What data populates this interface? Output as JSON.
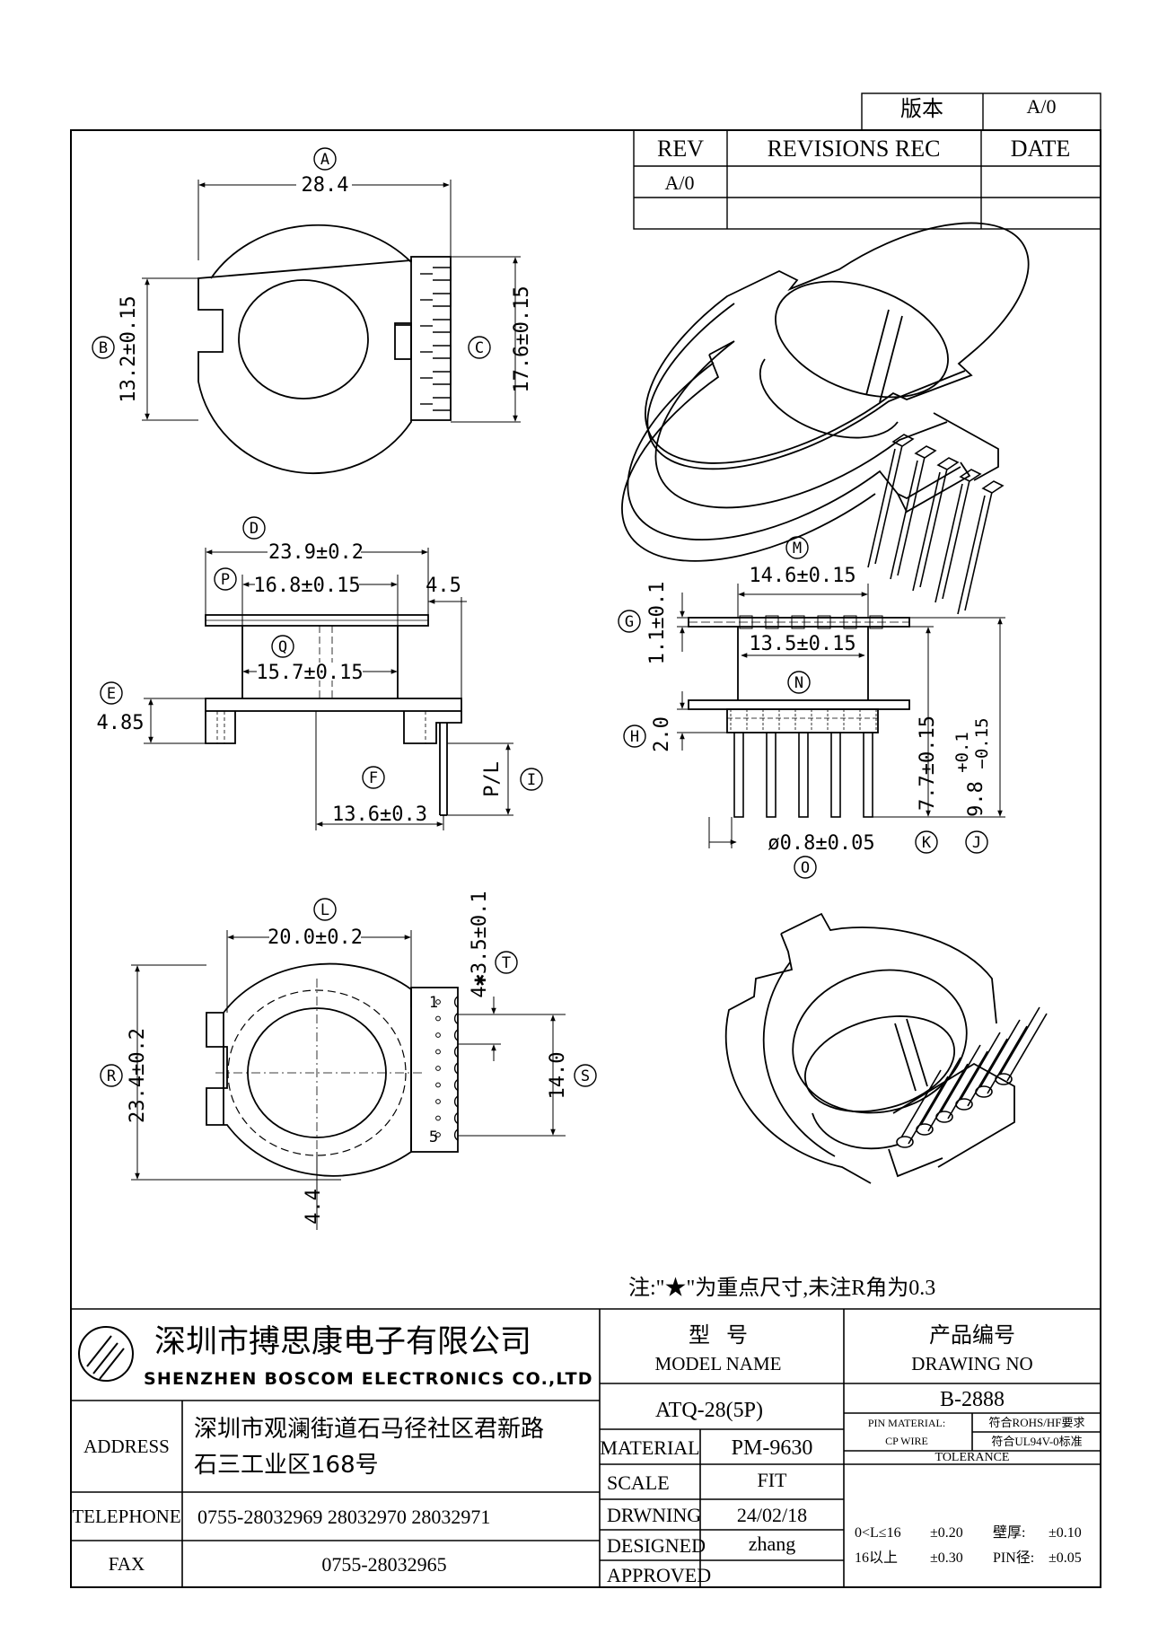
{
  "revision_block": {
    "version_label": "版本",
    "version_value": "A/0",
    "rev_header": "REV",
    "revisions_header": "REVISIONS REC",
    "date_header": "DATE",
    "rows": [
      {
        "rev": "A/0",
        "rec": "",
        "date": ""
      },
      {
        "rev": "",
        "rec": "",
        "date": ""
      }
    ]
  },
  "top_view": {
    "A": {
      "letter": "A",
      "value": "28.4"
    },
    "B": {
      "letter": "B",
      "value": "13.2±0.15"
    },
    "C": {
      "letter": "C",
      "value": "17.6±0.15"
    }
  },
  "side_view": {
    "D": {
      "letter": "D",
      "value": "23.9±0.2"
    },
    "P": {
      "letter": "P",
      "value": "16.8±0.15"
    },
    "pin_offset": "4.5",
    "Q": {
      "letter": "Q",
      "value": "15.7±0.15"
    },
    "E": {
      "letter": "E",
      "value": "4.85"
    },
    "F": {
      "letter": "F",
      "value": "13.6±0.3"
    },
    "I": {
      "letter": "I",
      "value": "P/L"
    }
  },
  "front_view": {
    "M": {
      "letter": "M",
      "value": "14.6±0.15"
    },
    "G": {
      "letter": "G",
      "value": "1.1±0.1"
    },
    "inner_width": "13.5±0.15",
    "N": {
      "letter": "N",
      "value": ""
    },
    "H": {
      "letter": "H",
      "value": "2.0"
    },
    "K": {
      "letter": "K",
      "value": "7.7±0.15"
    },
    "J": {
      "letter": "J",
      "value": "9.8",
      "tol_plus": "+0.1",
      "tol_minus": "−0.15"
    },
    "O": {
      "letter": "O",
      "value": "ø0.8±0.05"
    }
  },
  "bottom_view": {
    "L": {
      "letter": "L",
      "value": "20.0±0.2"
    },
    "R": {
      "letter": "R",
      "value": "23.4±0.2"
    },
    "T": {
      "letter": "T",
      "value": "4✱3.5±0.1"
    },
    "S": {
      "letter": "S",
      "value": "14.0"
    },
    "bottom_dim": "4.4",
    "pin_1": "1",
    "pin_5": "5"
  },
  "note": "注:\"★\"为重点尺寸,未注R角为0.3",
  "title_block": {
    "company_cn": "深圳市搏思康电子有限公司",
    "company_en": "SHENZHEN BOSCOM ELECTRONICS CO.,LTD",
    "model_cn": "型   号",
    "model_en": "MODEL NAME",
    "drawing_cn": "产品编号",
    "drawing_en": "DRAWING NO",
    "model_value": "ATQ-28(5P)",
    "drawing_value": "B-2888",
    "address_label": "ADDRESS",
    "address_line1": "深圳市观澜街道石马径社区君新路",
    "address_line2": "石三工业区168号",
    "telephone_label": "TELEPHONE",
    "telephone_value": "0755-28032969 28032970 28032971",
    "fax_label": "FAX",
    "fax_value": "0755-28032965",
    "material_label": "MATERIAL",
    "material_value": "PM-9630",
    "scale_label": "SCALE",
    "scale_value": "FIT",
    "drawing_label": "DRWNING",
    "drawing_date": "24/02/18",
    "designed_label": "DESIGNED",
    "designed_value": "zhang",
    "approved_label": "APPROVED",
    "approved_value": "",
    "pin_material_label": "PIN MATERIAL:",
    "pin_material_value": "CP WIRE",
    "rohs_note": "符合ROHS/HF要求",
    "ul_note": "符合UL94V-0标准",
    "tolerance_label": "TOLERANCE",
    "tol_row1_range": "0<L≤16",
    "tol_row1_value": "±0.20",
    "tol_row1_wall": "壁厚:",
    "tol_row1_wall_value": "±0.10",
    "tol_row2_range": "16以上",
    "tol_row2_value": "±0.30",
    "tol_row2_pin": "PIN径:",
    "tol_row2_pin_value": "±0.05"
  }
}
